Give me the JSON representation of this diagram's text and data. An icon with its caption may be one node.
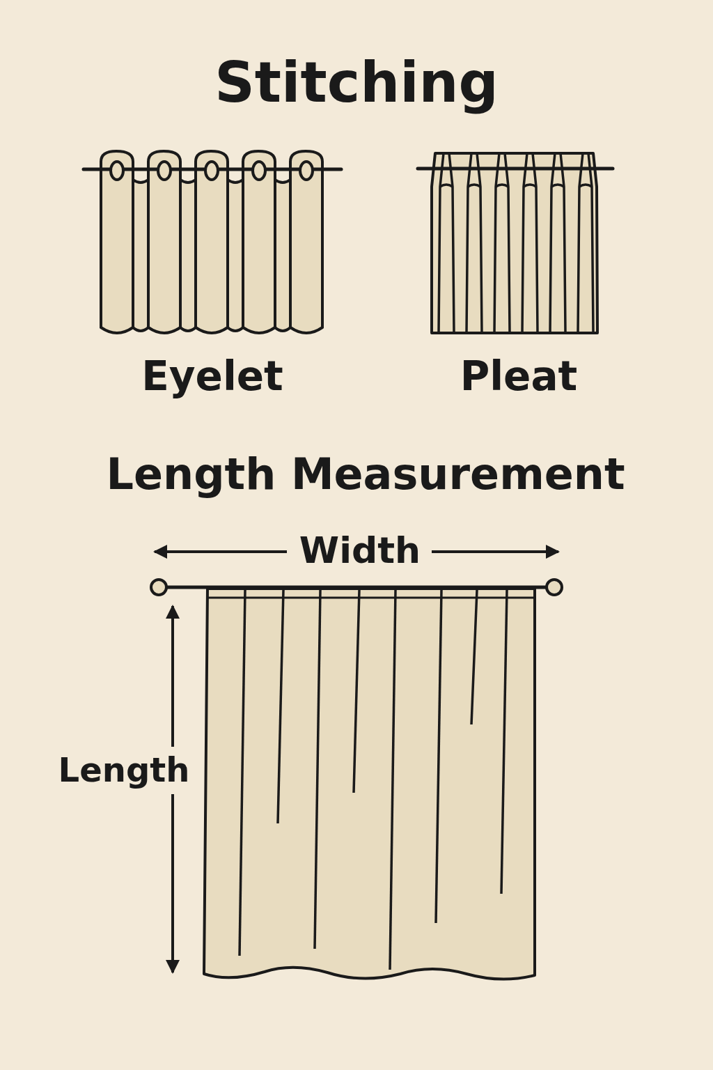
{
  "diagram": {
    "title": "Stitching",
    "labels": [
      "Eyelet",
      "Pleat",
      "Length Measurement",
      "Width",
      "Length"
    ]
  }
}
